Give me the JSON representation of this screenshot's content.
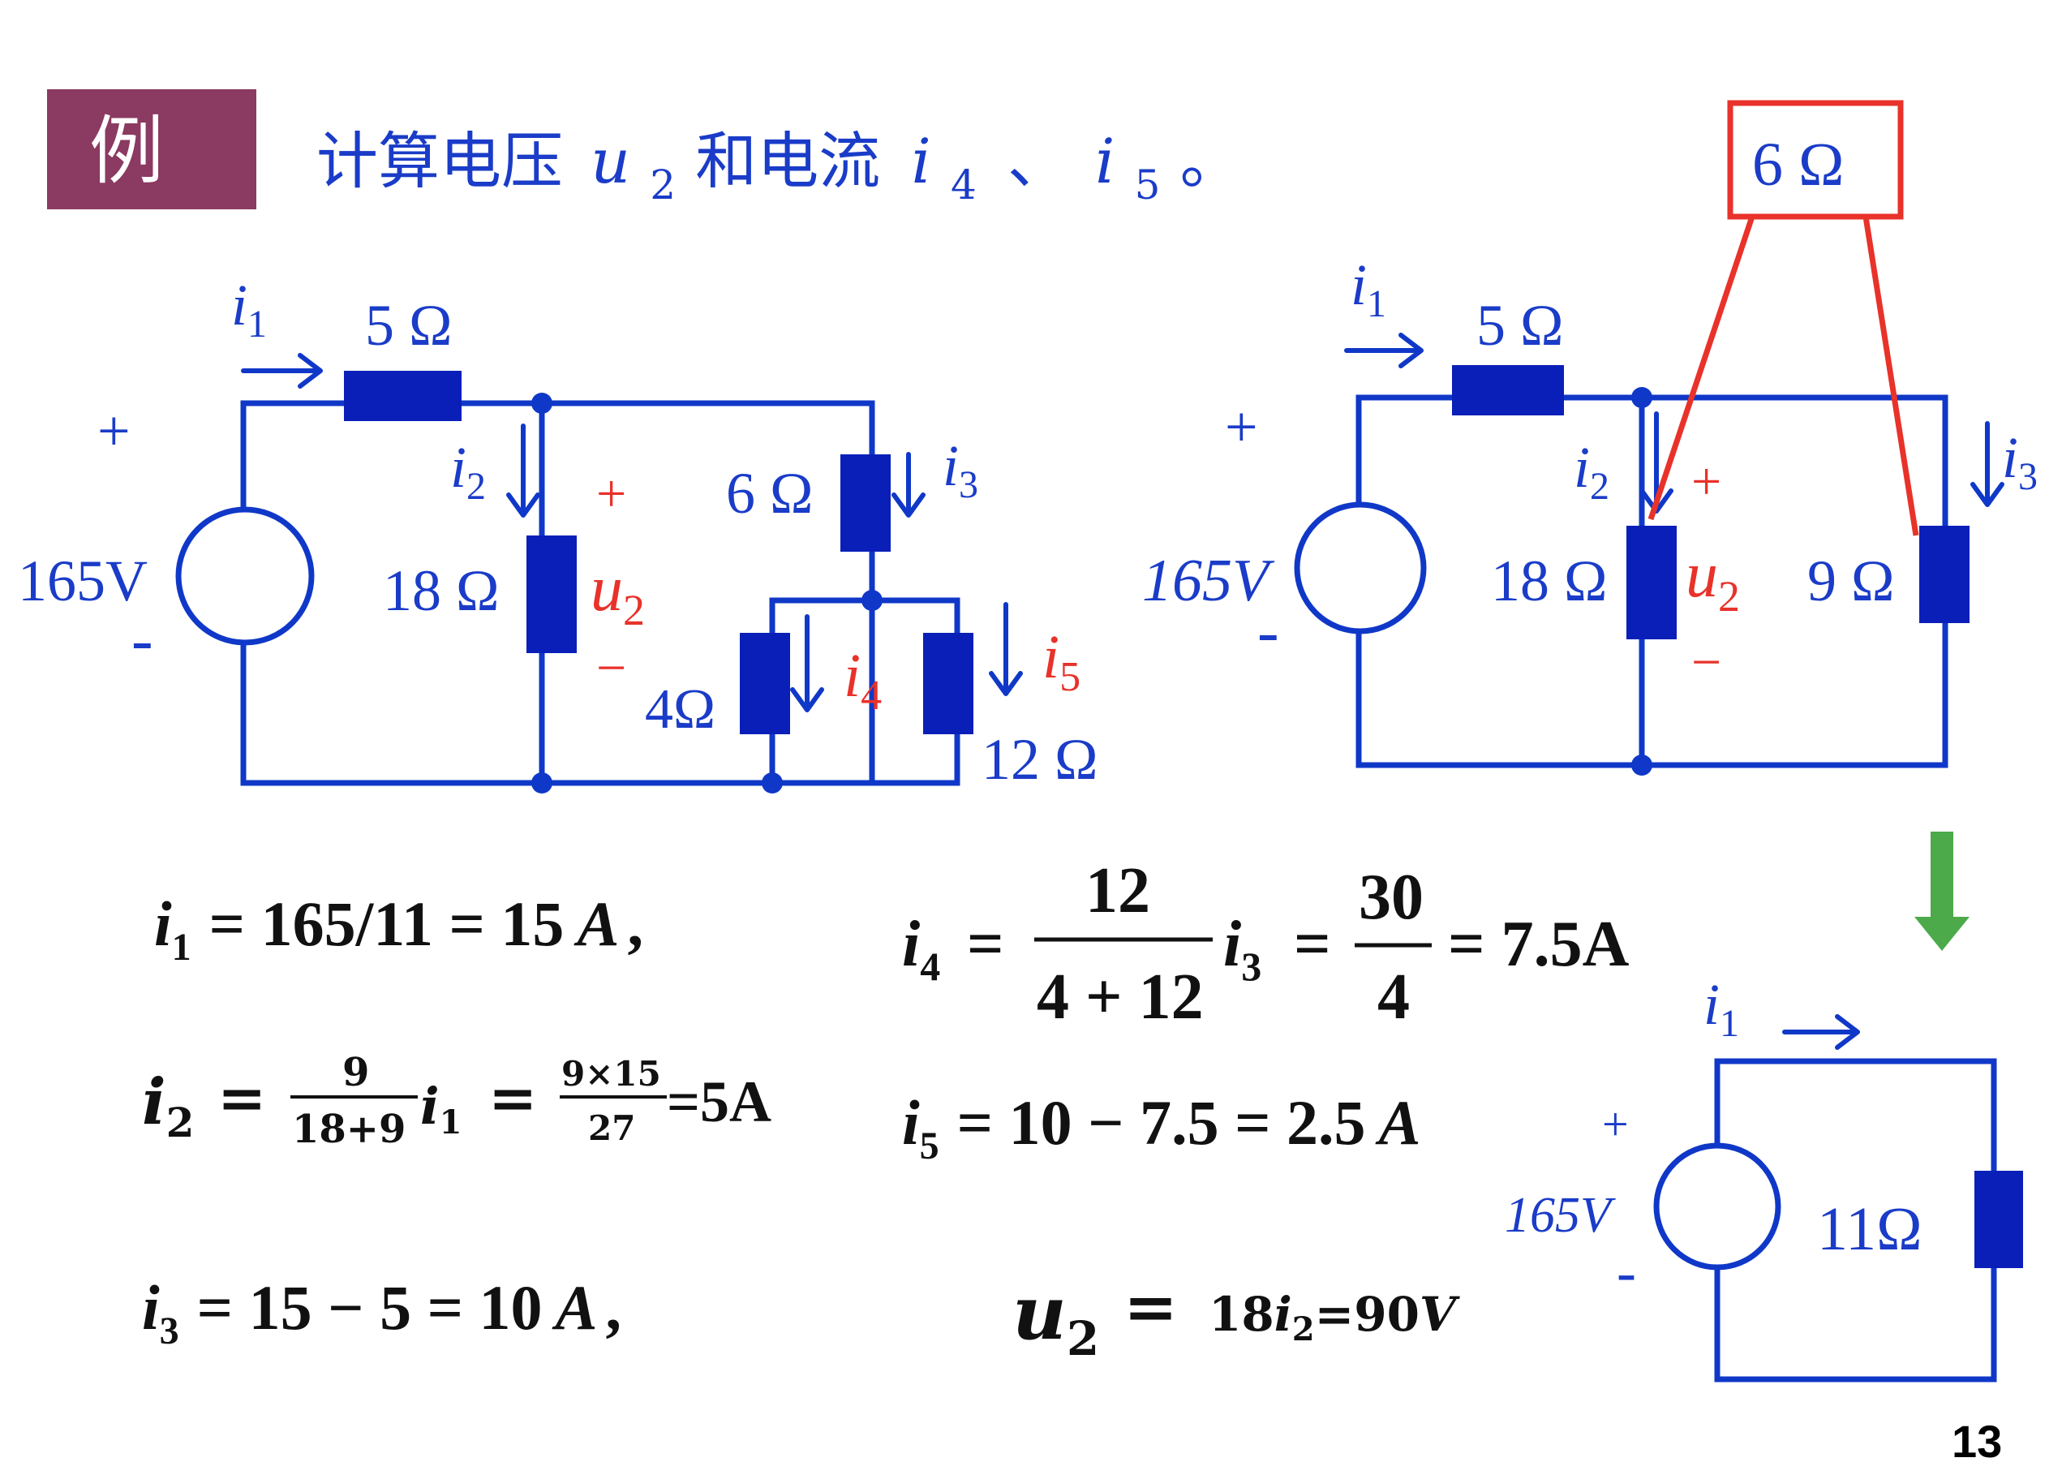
{
  "example_badge": "例",
  "title": {
    "prefix": "计算电压",
    "u": "u",
    "u_sub": "2",
    "middle": "和电流",
    "i4": "i",
    "i4_sub": "4",
    "sep": "、",
    "i5": "i",
    "i5_sub": "5",
    "end": "。"
  },
  "page_number": "13",
  "circuit_left": {
    "i1": "i",
    "i1_sub": "1",
    "r5": "5 Ω",
    "plus": "+",
    "minus": "-",
    "source": "165V",
    "i2": "i",
    "i2_sub": "2",
    "r18": "18 Ω",
    "u_plus": "+",
    "u2": "u",
    "u2_sub": "2",
    "u_minus": "−",
    "r6": "6 Ω",
    "i3": "i",
    "i3_sub": "3",
    "r4": "4Ω",
    "i4": "i",
    "i4_sub": "4",
    "i5": "i",
    "i5_sub": "5",
    "r12": "12 Ω"
  },
  "circuit_right": {
    "i1": "i",
    "i1_sub": "1",
    "r5": "5 Ω",
    "equiv_box": "6 Ω",
    "plus": "+",
    "minus": "-",
    "source": "165V",
    "i2": "i",
    "i2_sub": "2",
    "u_plus": "+",
    "r18": "18 Ω",
    "u2": "u",
    "u2_sub": "2",
    "u_minus": "−",
    "r9": "9 Ω",
    "i3": "i",
    "i3_sub": "3"
  },
  "circuit_simple": {
    "i1": "i",
    "i1_sub": "1",
    "plus": "+",
    "minus": "-",
    "source": "165V",
    "r11": "11Ω"
  },
  "equations": {
    "eq1_var": "i",
    "eq1_sub": "1",
    "eq1_rhs": "= 165/11 = 15",
    "eq1_unit": "A",
    "eq1_end": ",",
    "eq2_var": "i",
    "eq2_sub": "2",
    "eq2_eq": "=",
    "eq2_num": "9",
    "eq2_den": "18+9",
    "eq2_i": "i",
    "eq2_isub": "1",
    "eq2_eq2": "=",
    "eq2_num2": "9×15",
    "eq2_den2": "27",
    "eq2_res": "=5A",
    "eq3_var": "i",
    "eq3_sub": "3",
    "eq3_rhs": "= 15 − 5 = 10",
    "eq3_unit": "A",
    "eq3_end": ",",
    "eq4_var": "i",
    "eq4_sub": "4",
    "eq4_eq": "=",
    "eq4_num": "12",
    "eq4_den": "4 + 12",
    "eq4_i": "i",
    "eq4_isub": "3",
    "eq4_eq2": "=",
    "eq4_num2": "30",
    "eq4_den2": "4",
    "eq4_res": "= 7.5A",
    "eq5_var": "i",
    "eq5_sub": "5",
    "eq5_rhs": "= 10 − 7.5 = 2.5",
    "eq5_unit": "A",
    "eq6_var": "u",
    "eq6_sub": "2",
    "eq6_eq": "=",
    "eq6_coef": "18",
    "eq6_i": "i",
    "eq6_isub": "2",
    "eq6_res": "=90",
    "eq6_unit": "V"
  },
  "colors": {
    "badge": "#8b3a62",
    "circuit": "#1038c8",
    "highlight": "#e8322a",
    "arrow_down": "#4caa4a"
  }
}
